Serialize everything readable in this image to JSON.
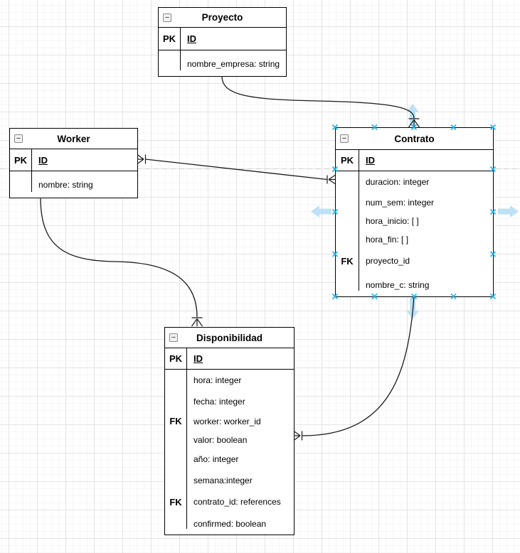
{
  "app": {
    "name": "diagram-canvas"
  },
  "ui": {
    "collapse_glyph": "−",
    "selection_point_color": "#1ab3ee",
    "direction_arrow_color": "#bde1f6",
    "grid_major_color": "#e4e4e4",
    "grid_minor_color": "#f6f6f6",
    "page_break_color": "#cfcfcf",
    "edge_color": "#1a1a1a"
  },
  "entities": {
    "proyecto": {
      "title": "Proyecto",
      "pk": {
        "key": "PK",
        "field": "ID"
      },
      "rows": [
        {
          "key": "",
          "field": "nombre_empresa: string"
        }
      ]
    },
    "worker": {
      "title": "Worker",
      "pk": {
        "key": "PK",
        "field": "ID"
      },
      "rows": [
        {
          "key": "",
          "field": "nombre: string"
        }
      ]
    },
    "contrato": {
      "title": "Contrato",
      "pk": {
        "key": "PK",
        "field": "ID"
      },
      "rows": [
        {
          "key": "",
          "field": "duracion: integer"
        },
        {
          "key": "",
          "field": "num_sem: integer"
        },
        {
          "key": "",
          "field": "hora_inicio: [ ]"
        },
        {
          "key": "",
          "field": "hora_fin: [ ]"
        },
        {
          "key": "FK",
          "field": "proyecto_id"
        },
        {
          "key": "",
          "field": "nombre_c: string"
        }
      ]
    },
    "disponibilidad": {
      "title": "Disponibilidad",
      "pk": {
        "key": "PK",
        "field": "ID"
      },
      "rows": [
        {
          "key": "",
          "field": "hora: integer"
        },
        {
          "key": "",
          "field": "fecha: integer"
        },
        {
          "key": "FK",
          "field": "worker: worker_id"
        },
        {
          "key": "",
          "field": "valor: boolean"
        },
        {
          "key": "",
          "field": "año: integer"
        },
        {
          "key": "",
          "field": "semana:integer"
        },
        {
          "key": "FK",
          "field": "contrato_id: references"
        },
        {
          "key": "",
          "field": "confirmed: boolean"
        }
      ]
    }
  },
  "relationships": [
    {
      "from": "Proyecto",
      "to": "Contrato"
    },
    {
      "from": "Worker",
      "to": "Contrato"
    },
    {
      "from": "Worker",
      "to": "Disponibilidad"
    },
    {
      "from": "Contrato",
      "to": "Disponibilidad"
    }
  ]
}
